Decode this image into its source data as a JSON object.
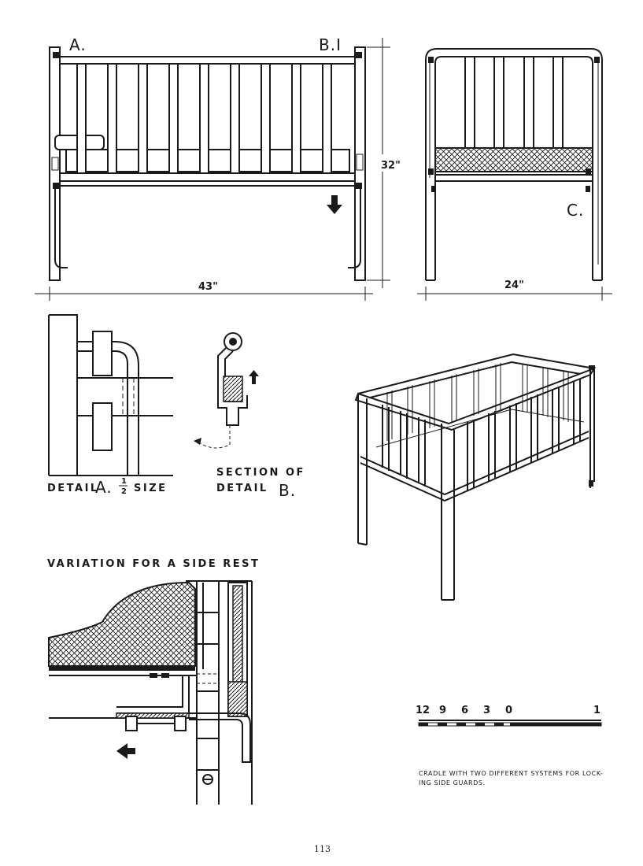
{
  "labels": {
    "a": "A.",
    "b1": "B.I",
    "c": "C.",
    "detail_a_prefix": "DETAIL",
    "detail_a_letter": "A.",
    "detail_a_half_num": "1",
    "detail_a_half_den": "2",
    "detail_a_size": "SIZE",
    "section_line1": "SECTION OF",
    "section_line2": "DETAIL",
    "section_letter": "B.",
    "variation": "VARIATION FOR A  SIDE  REST"
  },
  "dimensions": {
    "height": "32\"",
    "length": "43\"",
    "width": "24\""
  },
  "scale_bar": {
    "ticks": [
      "12",
      "9",
      "6",
      "3",
      "0",
      "1"
    ]
  },
  "caption": {
    "line1": "CRADLE WITH TWO DIFFERENT SYSTEMS FOR LOCK-",
    "line2": "ING SIDE GUARDS."
  },
  "page_number": "113",
  "icons": [
    "arrow-down-icon",
    "arrow-up-icon",
    "arrow-left-icon",
    "screw-icon"
  ]
}
